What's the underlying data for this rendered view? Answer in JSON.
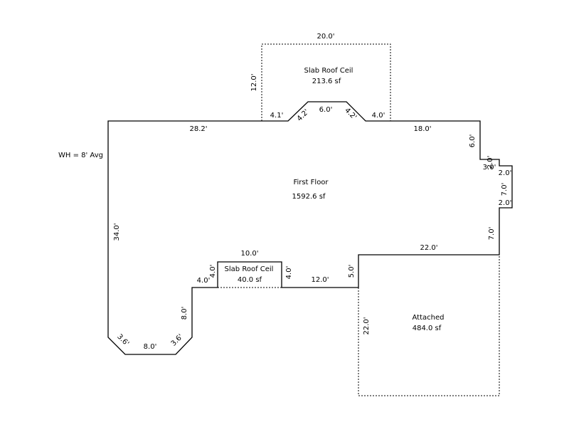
{
  "sketch": {
    "wall_height_note": "WH = 8' Avg",
    "areas": {
      "first_floor": {
        "name": "First Floor",
        "size": "1592.6 sf"
      },
      "slab_top": {
        "name": "Slab Roof Ceil",
        "size": "213.6 sf"
      },
      "slab_small": {
        "name": "Slab Roof Ceil",
        "size": "40.0 sf"
      },
      "attached": {
        "name": "Attached",
        "size": "484.0 sf"
      }
    },
    "dims": {
      "top_20": "20.0'",
      "left_12": "12.0'",
      "d_4_1": "4.1'",
      "d_4_2_left": "4.2'",
      "d_6_0": "6.0'",
      "d_4_2_right": "4.2'",
      "d_4_0_top": "4.0'",
      "d_28_2": "28.2'",
      "d_18_0": "18.0'",
      "d_6_0_right": "6.0'",
      "d_2_0_a": "2.0'",
      "d_3_0": "3.0'",
      "d_2_0_b": "2.0'",
      "d_7_0_bay": "7.0'",
      "d_2_0_c": "2.0'",
      "d_7_0_right": "7.0'",
      "d_22_0_top": "22.0'",
      "d_34_0": "34.0'",
      "d_10_0": "10.0'",
      "d_4_0_v_left": "4.0'",
      "d_4_0_h": "4.0'",
      "d_4_0_v_right": "4.0'",
      "d_12_0": "12.0'",
      "d_5_0": "5.0'",
      "d_8_0_v": "8.0'",
      "d_3_6_left": "3.6'",
      "d_8_0_bottom": "8.0'",
      "d_3_6_right": "3.6'",
      "d_22_0_left": "22.0'"
    }
  }
}
